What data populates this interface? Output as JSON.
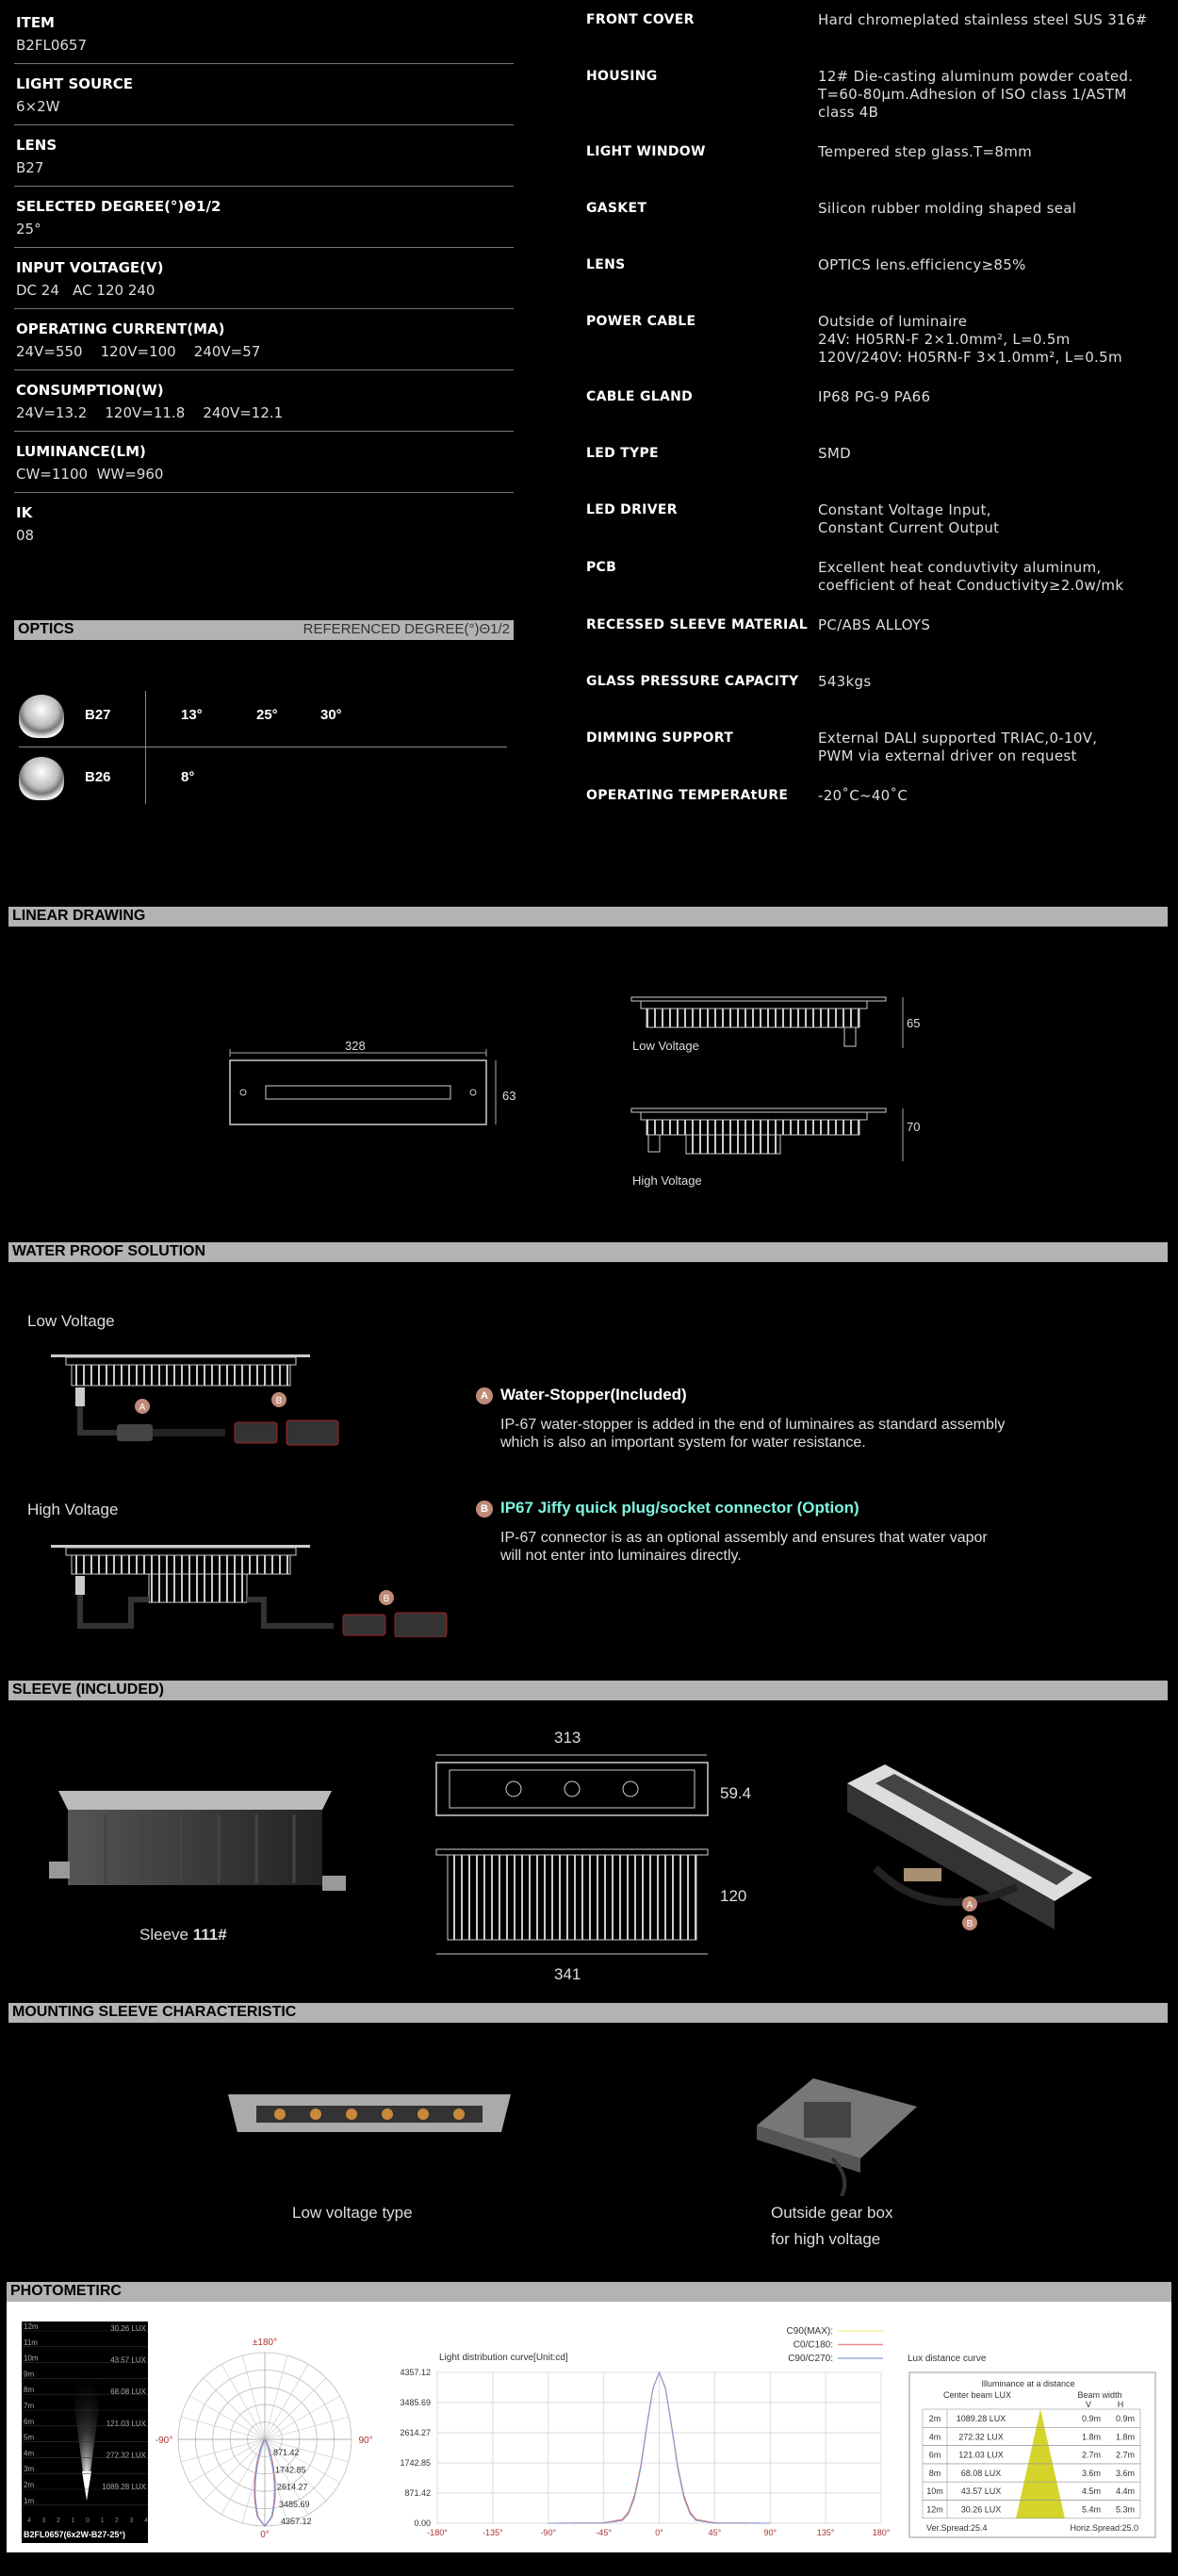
{
  "left_specs": [
    {
      "label": "ITEM",
      "value": "B2FL0657"
    },
    {
      "label": "LIGHT SOURCE",
      "value": "6×2W"
    },
    {
      "label": "LENS",
      "value": "B27"
    },
    {
      "label": "SELECTED DEGREE(°)Θ1/2",
      "value": "25°"
    },
    {
      "label": "INPUT VOLTAGE(V)",
      "value": "DC 24   AC 120 240"
    },
    {
      "label": "OPERATING CURRENT(MA)",
      "value": "24V=550    120V=100    240V=57"
    },
    {
      "label": "CONSUMPTION(W)",
      "value": "24V=13.2    120V=11.8    240V=12.1"
    },
    {
      "label": "LUMINANCE(LM)",
      "value": "CW=1100  WW=960"
    },
    {
      "label": "IK",
      "value": "08"
    }
  ],
  "right_specs": [
    {
      "label": "FRONT COVER",
      "lines": [
        "Hard chromeplated stainless steel SUS 316#"
      ]
    },
    {
      "label": "HOUSING",
      "lines": [
        "12# Die-casting aluminum  powder coated.",
        "T=60-80μm.Adhesion of ISO class 1/ASTM",
        "class 4B"
      ]
    },
    {
      "label": "LIGHT WINDOW",
      "lines": [
        "Tempered step glass.T=8mm"
      ]
    },
    {
      "label": "GASKET",
      "lines": [
        "Silicon rubber molding shaped seal"
      ]
    },
    {
      "label": "LENS",
      "lines": [
        "OPTICS lens.efficiency≥85%"
      ]
    },
    {
      "label": "POWER CABLE",
      "lines": [
        "Outside of luminaire",
        "24V: H05RN-F 2×1.0mm², L=0.5m",
        "120V/240V: H05RN-F 3×1.0mm², L=0.5m"
      ]
    },
    {
      "label": "CABLE GLAND",
      "lines": [
        "IP68 PG-9 PA66"
      ]
    },
    {
      "label": "LED TYPE",
      "lines": [
        "SMD"
      ]
    },
    {
      "label": "LED DRIVER",
      "lines": [
        "Constant Voltage Input,",
        "Constant Current Output"
      ]
    },
    {
      "label": "PCB",
      "lines": [
        "Excellent heat conduvtivity aluminum,",
        "coefficient of heat Conductivity≥2.0w/mk"
      ]
    },
    {
      "label": "RECESSED SLEEVE MATERIAL",
      "lines": [
        "PC/ABS ALLOYS"
      ]
    },
    {
      "label": "GLASS PRESSURE CAPACITY",
      "lines": [
        "543kgs"
      ]
    },
    {
      "label": "DIMMING SUPPORT",
      "lines": [
        "External DALI supported TRIAC,0-10V,",
        "PWM via external driver on request"
      ]
    },
    {
      "label": "OPERATING TEMPERAtURE",
      "lines": [
        "-20˚C~40˚C"
      ]
    }
  ],
  "optics": {
    "title": "OPTICS",
    "subtitle": "REFERENCED DEGREE(°)Θ1/2",
    "lenses": [
      {
        "name": "B27",
        "degrees": [
          "13°",
          "25°",
          "30°"
        ]
      },
      {
        "name": "B26",
        "degrees": [
          "8°"
        ]
      }
    ]
  },
  "linear_drawing": {
    "title": "LINEAR DRAWING",
    "width": "328",
    "height": "63",
    "low_voltage": {
      "label": "Low Voltage",
      "dim": "65"
    },
    "high_voltage": {
      "label": "High Voltage",
      "dim": "70"
    }
  },
  "water_proof": {
    "title": "WATER  PROOF  SOLUTION",
    "low_voltage_label": "Low Voltage",
    "high_voltage_label": "High Voltage",
    "items": [
      {
        "marker": "A",
        "title": "Water-Stopper(Included)",
        "lines": [
          "IP-67 water-stopper is added in the end of luminaires as standard assembly",
          "which is also an important system for water resistance."
        ]
      },
      {
        "marker": "B",
        "title": "IP67 Jiffy quick plug/socket connector (Option)",
        "lines": [
          "IP-67 connector is as an optional assembly and ensures that water vapor",
          "will not enter into luminaires directly."
        ]
      }
    ],
    "colors": {
      "marker": "#c08a78",
      "option_title": "#7ff5e0"
    }
  },
  "sleeve": {
    "title": "SLEEVE (INCLUDED)",
    "caption_prefix": "Sleeve ",
    "caption_bold": "111#",
    "dims": {
      "top_width": "313",
      "top_height": "59.4",
      "side_height": "120",
      "bottom_width": "341"
    },
    "markers": [
      "A",
      "B"
    ]
  },
  "mounting": {
    "title": "MOUNTING SLEEVE CHARACTERISTIC",
    "low_label": "Low voltage type",
    "high_lines": [
      "Outside gear box",
      "for high voltage"
    ]
  },
  "photometric": {
    "title": "PHOTOMETIRC",
    "beam_image": {
      "distance_labels": [
        "12m",
        "11m",
        "10m",
        "9m",
        "8m",
        "7m",
        "6m",
        "5m",
        "4m",
        "3m",
        "2m",
        "1m"
      ],
      "lux_labels": [
        {
          "distance": "12m",
          "lux": "30.26 LUX"
        },
        {
          "distance": "10m",
          "lux": "43.57 LUX"
        },
        {
          "distance": "8m",
          "lux": "68.08 LUX"
        },
        {
          "distance": "6m",
          "lux": "121.03 LUX"
        },
        {
          "distance": "4m",
          "lux": "272.32 LUX"
        },
        {
          "distance": "2m",
          "lux": "1089.28 LUX"
        }
      ],
      "axis_labels": [
        "4",
        "3",
        "2",
        "1",
        "0",
        "1",
        "2",
        "3",
        "4"
      ],
      "caption": "B2FL0657(6x2W-B27-25°)"
    },
    "polar": {
      "angle_labels": {
        "top": "±180°",
        "left": "-90°",
        "right": "90°",
        "bottom": "0°"
      },
      "ring_labels": [
        "871.42",
        "1742.85",
        "2614.27",
        "3485.69",
        "4357.12"
      ]
    },
    "legend": [
      {
        "label": "C90(MAX):",
        "color": "#f2f0a0"
      },
      {
        "label": "C0/C180:",
        "color": "#e88a8a"
      },
      {
        "label": "C90/C270:",
        "color": "#9ab0dd"
      }
    ],
    "lux_curve_title": "Lux distance curve",
    "lux_table": {
      "title": "Illuminance at a distance",
      "col_lux": "Center beam LUX",
      "col_beam": "Beam width",
      "col_v": "V",
      "col_h": "H",
      "rows": [
        {
          "d": "2m",
          "lux": "1089.28 LUX",
          "v": "0.9m",
          "h": "0.9m"
        },
        {
          "d": "4m",
          "lux": "272.32 LUX",
          "v": "1.8m",
          "h": "1.8m"
        },
        {
          "d": "6m",
          "lux": "121.03 LUX",
          "v": "2.7m",
          "h": "2.7m"
        },
        {
          "d": "8m",
          "lux": "68.08 LUX",
          "v": "3.6m",
          "h": "3.6m"
        },
        {
          "d": "10m",
          "lux": "43.57 LUX",
          "v": "4.5m",
          "h": "4.4m"
        },
        {
          "d": "12m",
          "lux": "30.26 LUX",
          "v": "5.4m",
          "h": "5.3m"
        }
      ],
      "ver_spread": "Ver.Spread:25.4",
      "horiz_spread": "Horiz.Spread:25.0",
      "triangle_color": "#d4d42a"
    }
  },
  "chart_data": {
    "type": "line",
    "title": "Light distribution curve[Unit:cd]",
    "xlabel": "",
    "ylabel": "",
    "x_ticks": [
      "-180°",
      "-135°",
      "-90°",
      "-45°",
      "0°",
      "45°",
      "90°",
      "135°",
      "180°"
    ],
    "y_ticks": [
      "0.00",
      "871.42",
      "1742.85",
      "2614.27",
      "3485.69",
      "4357.12"
    ],
    "xlim": [
      -180,
      180
    ],
    "ylim": [
      0,
      4357.12
    ],
    "grid": true,
    "x": [
      -180,
      -90,
      -45,
      -30,
      -25,
      -20,
      -15,
      -10,
      -5,
      0,
      5,
      10,
      15,
      20,
      25,
      30,
      45,
      90,
      180
    ],
    "series": [
      {
        "name": "C90(MAX)",
        "color": "#f2f0a0",
        "values": [
          0,
          0,
          0,
          79,
          270,
          736,
          1601,
          2793,
          3900,
          4357,
          3900,
          2793,
          1601,
          736,
          270,
          79,
          0,
          0,
          0
        ]
      },
      {
        "name": "C0/C180",
        "color": "#e06060",
        "values": [
          0,
          0,
          10,
          110,
          320,
          800,
          1660,
          2830,
          3910,
          4357,
          3910,
          2830,
          1660,
          800,
          320,
          110,
          10,
          0,
          0
        ]
      },
      {
        "name": "C90/C270",
        "color": "#7f9ad6",
        "values": [
          0,
          0,
          0,
          79,
          270,
          736,
          1601,
          2793,
          3900,
          4357,
          3900,
          2793,
          1601,
          736,
          270,
          79,
          0,
          0,
          0
        ]
      }
    ]
  }
}
